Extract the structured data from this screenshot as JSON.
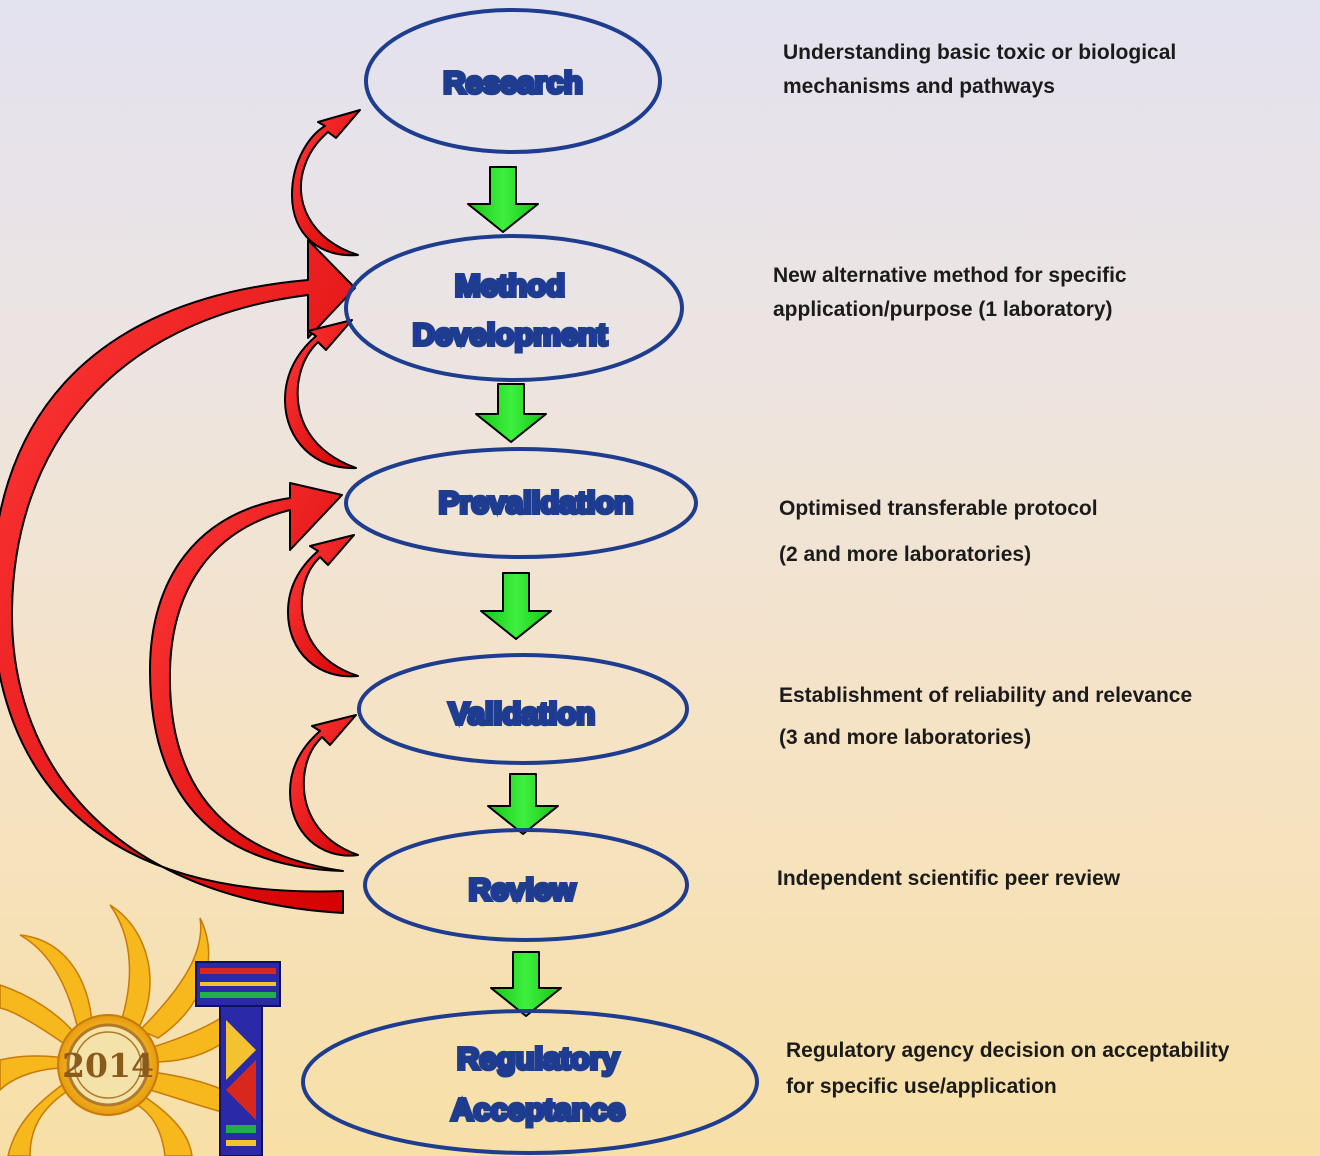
{
  "stages": [
    {
      "id": "research",
      "lines": [
        "Research"
      ]
    },
    {
      "id": "method-development",
      "lines": [
        "Method",
        "Development"
      ]
    },
    {
      "id": "prevalidation",
      "lines": [
        "Prevalidation"
      ]
    },
    {
      "id": "validation",
      "lines": [
        "Validation"
      ]
    },
    {
      "id": "review",
      "lines": [
        "Review"
      ]
    },
    {
      "id": "regulatory-acceptance",
      "lines": [
        "Regulatory",
        "Acceptance"
      ]
    }
  ],
  "descriptions": {
    "research": [
      "Understanding basic toxic or biological",
      "mechanisms and pathways"
    ],
    "method_development": [
      "New alternative method for specific",
      "application/purpose (1 laboratory)"
    ],
    "prevalidation": [
      "Optimised transferable protocol",
      "(2 and more laboratories)"
    ],
    "validation": [
      "Establishment of reliability and relevance",
      "(3 and more laboratories)"
    ],
    "review": [
      "Independent scientific peer review"
    ],
    "regulatory_acceptance": [
      "Regulatory agency decision on acceptability",
      "for specific use/application"
    ]
  },
  "logo": {
    "year_text": "2014"
  },
  "colors": {
    "stage_text": "#1a1af0",
    "ellipse_stroke": "#1f3d8f",
    "forward_arrow": "#22d622",
    "feedback_arrow": "#ee1111"
  },
  "icons": [
    "sun-logo-icon",
    "letter-t-logo-icon"
  ]
}
